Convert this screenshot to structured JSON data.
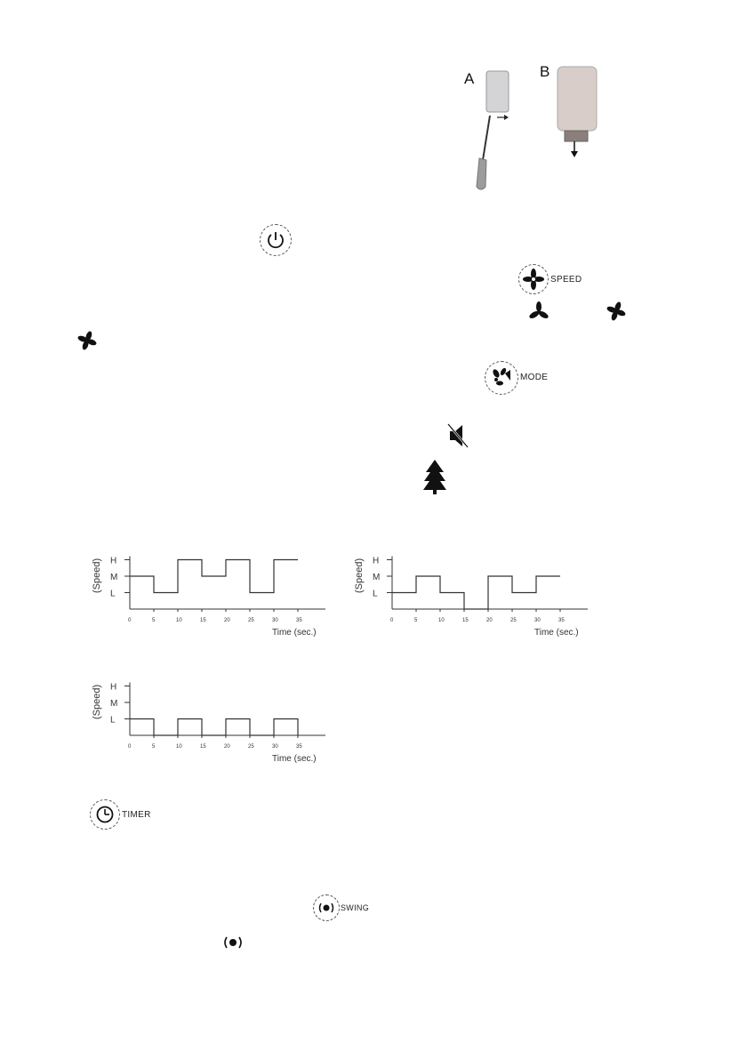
{
  "illustration": {
    "label_a": "A",
    "label_b": "B"
  },
  "buttons": {
    "speed_label": "SPEED",
    "mode_label": "MODE",
    "timer_label": "TIMER",
    "swing_label": "SWING"
  },
  "icons": [
    "power-icon",
    "speed-icon",
    "fan-low-icon",
    "fan-high-icon",
    "fan-icon",
    "mode-icon",
    "mute-icon",
    "tree-icon",
    "timer-icon",
    "swing-icon"
  ],
  "chart_data": [
    {
      "type": "line",
      "title": "",
      "xlabel": "Time (sec.)",
      "ylabel": "(Speed)",
      "y_levels": [
        "L",
        "M",
        "H"
      ],
      "x_ticks": [
        "0",
        "5",
        "10",
        "15",
        "20",
        "25",
        "30",
        "35"
      ],
      "xlim": [
        0,
        37
      ],
      "x": [
        0,
        5,
        5,
        10,
        10,
        15,
        15,
        20,
        20,
        25,
        25,
        30,
        30,
        35
      ],
      "y": [
        "M",
        "M",
        "L",
        "L",
        "H",
        "H",
        "M",
        "M",
        "H",
        "H",
        "L",
        "L",
        "H",
        "H"
      ]
    },
    {
      "type": "line",
      "title": "",
      "xlabel": "Time (sec.)",
      "ylabel": "(Speed)",
      "y_levels": [
        "L",
        "M",
        "H"
      ],
      "x_ticks": [
        "0",
        "5",
        "10",
        "15",
        "20",
        "25",
        "30",
        "35"
      ],
      "xlim": [
        0,
        37
      ],
      "x": [
        0,
        5,
        5,
        10,
        10,
        15,
        15,
        20,
        20,
        25,
        25,
        30,
        30,
        35
      ],
      "y": [
        "L",
        "L",
        "M",
        "M",
        "L",
        "L",
        "0",
        "0",
        "M",
        "M",
        "L",
        "L",
        "M",
        "M"
      ]
    },
    {
      "type": "line",
      "title": "",
      "xlabel": "Time (sec.)",
      "ylabel": "(Speed)",
      "y_levels": [
        "L",
        "M",
        "H"
      ],
      "x_ticks": [
        "0",
        "5",
        "10",
        "15",
        "20",
        "25",
        "30",
        "35"
      ],
      "xlim": [
        0,
        40
      ],
      "x": [
        0,
        5,
        5,
        10,
        10,
        15,
        15,
        20,
        20,
        25,
        25,
        30,
        30,
        35,
        35
      ],
      "y": [
        "L",
        "L",
        "0",
        "0",
        "L",
        "L",
        "0",
        "0",
        "L",
        "L",
        "0",
        "0",
        "L",
        "L",
        "0"
      ]
    }
  ]
}
